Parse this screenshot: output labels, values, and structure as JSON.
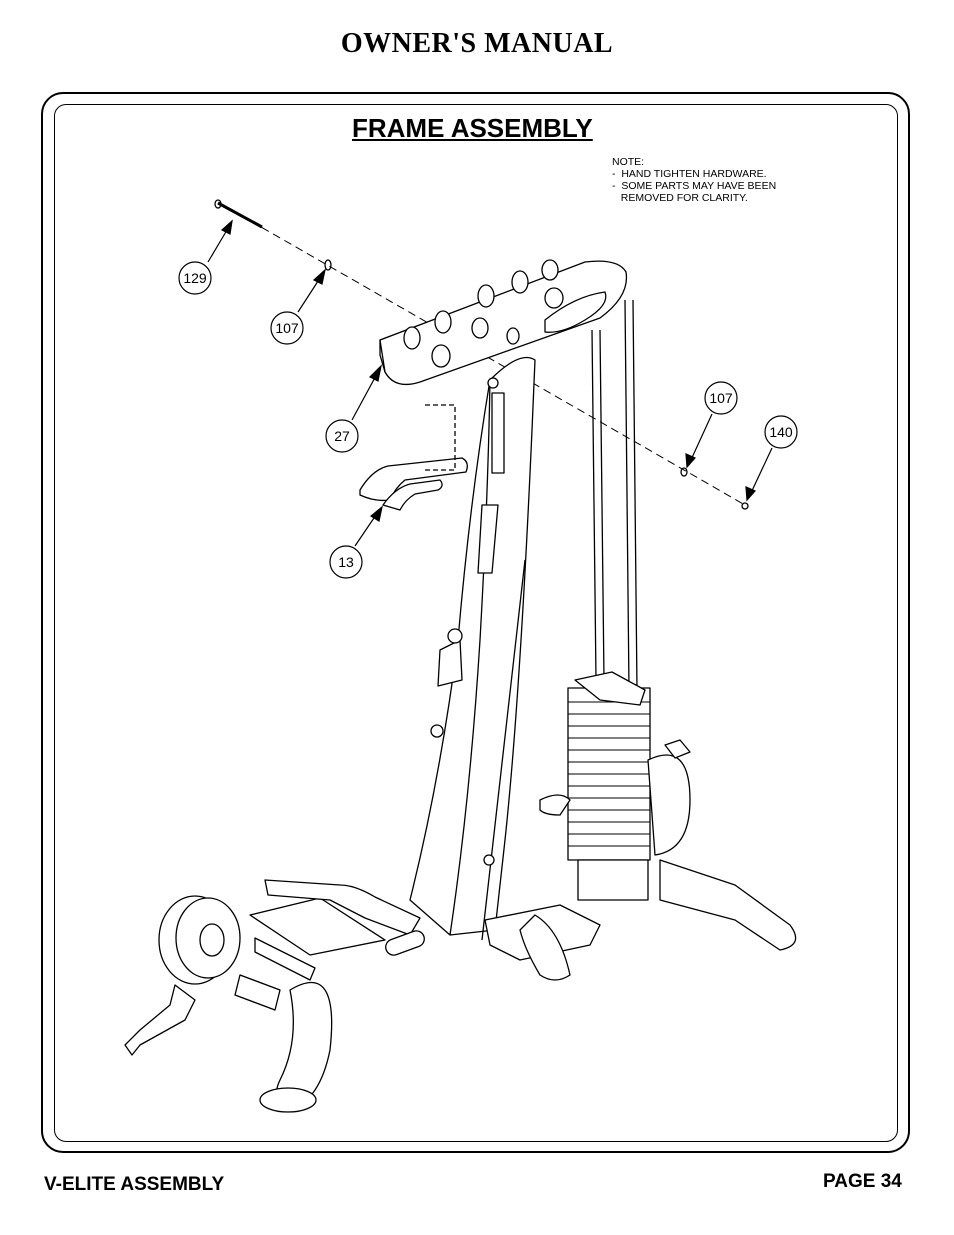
{
  "header": {
    "title": "OWNER'S MANUAL"
  },
  "section": {
    "title": "FRAME ASSEMBLY"
  },
  "note": {
    "label": "NOTE:",
    "lines": [
      "-  HAND TIGHTEN HARDWARE.",
      "-  SOME PARTS MAY HAVE BEEN",
      "   REMOVED FOR CLARITY."
    ]
  },
  "callouts": [
    "129",
    "107",
    "27",
    "13",
    "107",
    "140"
  ],
  "footer": {
    "left": "V-ELITE ASSEMBLY",
    "right": "PAGE 34"
  }
}
